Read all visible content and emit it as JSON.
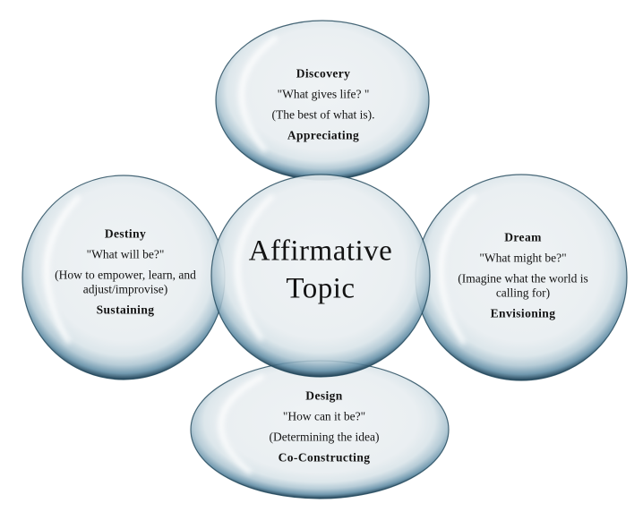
{
  "diagram": {
    "center": {
      "label": "Affirmative Topic"
    },
    "bubbles": [
      {
        "position": "top",
        "name": "Discovery",
        "question": "\"What gives life? \"",
        "detail": "(The best of what is).",
        "phase": "Appreciating"
      },
      {
        "position": "left",
        "name": "Destiny",
        "question": "\"What will be?\"",
        "detail": "(How to empower, learn, and adjust/improvise)",
        "phase": "Sustaining"
      },
      {
        "position": "right",
        "name": "Dream",
        "question": "\"What might be?\"",
        "detail": "(Imagine what the world is calling for)",
        "phase": "Envisioning"
      },
      {
        "position": "bottom",
        "name": "Design",
        "question": "\"How can it be?\"",
        "detail": "(Determining the idea)",
        "phase": "Co-Constructing"
      }
    ],
    "colors": {
      "background": "#ffffff",
      "bubble_interior": "#e9eef1",
      "bubble_mid_band": "#76a0b6",
      "bubble_rim": "#1d4357",
      "overlap_lens": "#8fa8b5",
      "text": "#131313"
    }
  }
}
